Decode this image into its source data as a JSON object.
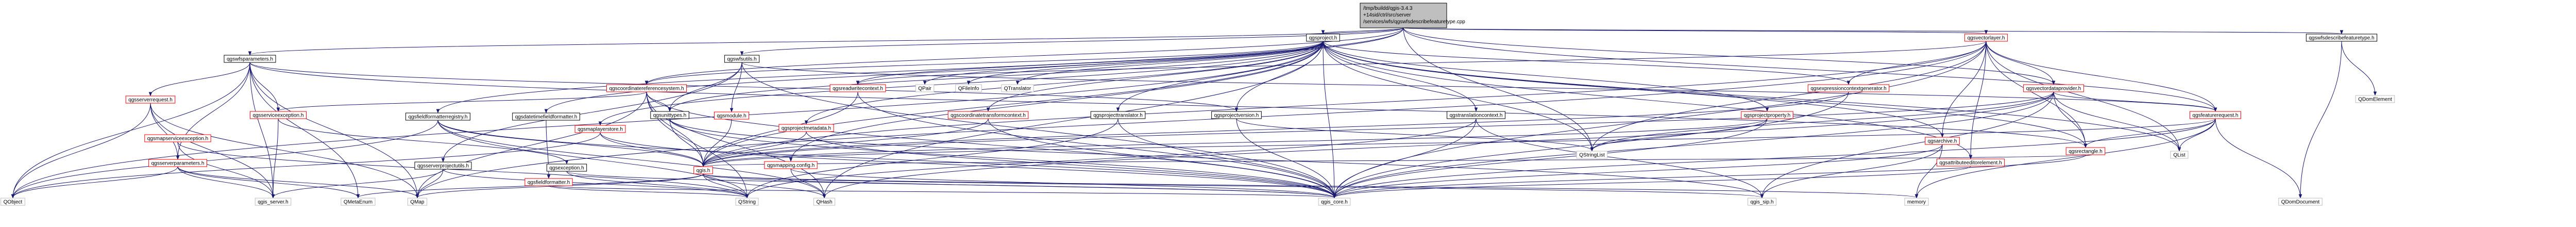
{
  "graph": {
    "root": {
      "lines": [
        "/tmp/buildd/qgis-3.4.3",
        "+14sid/ctrl/src/server",
        "/services/wfs/qgswfsdescribefeaturetype.cpp"
      ]
    },
    "nodes": [
      {
        "id": "qgswfsdescribefeaturetype_h",
        "label": "qgswfsdescribefeaturetype.h",
        "color": "black"
      },
      {
        "id": "QDomElement",
        "label": "QDomElement",
        "color": "gray"
      },
      {
        "id": "qgsproject_h",
        "label": "qgsproject.h",
        "color": "black"
      },
      {
        "id": "qgsvectorlayer_h",
        "label": "qgsvectorlayer.h",
        "color": "red"
      },
      {
        "id": "qgswfsparameters_h",
        "label": "qgswfsparameters.h",
        "color": "black"
      },
      {
        "id": "qgswfsutils_h",
        "label": "qgswfsutils.h",
        "color": "black"
      },
      {
        "id": "qgscoordinatereferencesystem_h",
        "label": "qgscoordinatereferencesystem.h",
        "color": "red"
      },
      {
        "id": "qgsvectordataprovider_h",
        "label": "qgsvectordataprovider.h",
        "color": "red"
      },
      {
        "id": "qgsexpressioncontextgenerator_h",
        "label": "qgsexpressioncontextgenerator.h",
        "color": "red"
      },
      {
        "id": "qgsreadwritecontext_h",
        "label": "qgsreadwritecontext.h",
        "color": "red"
      },
      {
        "id": "QPair",
        "label": "QPair",
        "color": "gray"
      },
      {
        "id": "QFileInfo",
        "label": "QFileInfo",
        "color": "gray"
      },
      {
        "id": "QTranslator",
        "label": "QTranslator",
        "color": "gray"
      },
      {
        "id": "qgsserverrequest_h",
        "label": "qgsserverrequest.h",
        "color": "red"
      },
      {
        "id": "qgsowsserviceexception_h",
        "label": "qgsserviceexception.h",
        "color": "red"
      },
      {
        "id": "qgsmapserviceexception_h",
        "label": "qgsmapserviceexception.h",
        "color": "red"
      },
      {
        "id": "qgsfieldformatterregistry_h",
        "label": "qgsfieldformatterregistry.h",
        "color": "black"
      },
      {
        "id": "qgsdatetimefieldformatter_h",
        "label": "qgsdatetimefieldformatter.h",
        "color": "black"
      },
      {
        "id": "qgsunittypes_h",
        "label": "qgsunittypes.h",
        "color": "black"
      },
      {
        "id": "qgsmodule_h",
        "label": "qgsmodule.h",
        "color": "red"
      },
      {
        "id": "qgsmaplayerstore_h",
        "label": "qgsmaplayerstore.h",
        "color": "red"
      },
      {
        "id": "qgsprojectmetadata_h",
        "label": "qgsprojectmetadata.h",
        "color": "red"
      },
      {
        "id": "qgscoordinatetransformcontext_h",
        "label": "qgscoordinatetransformcontext.h",
        "color": "red"
      },
      {
        "id": "qgsprojecttranslator_h",
        "label": "qgsprojecttranslator.h",
        "color": "black"
      },
      {
        "id": "qgsprojectversion_h",
        "label": "qgsprojectversion.h",
        "color": "black"
      },
      {
        "id": "qgstranslationcontext_h",
        "label": "qgstranslationcontext.h",
        "color": "black"
      },
      {
        "id": "qgsprojectproperty_h",
        "label": "qgsprojectproperty.h",
        "color": "red"
      },
      {
        "id": "qgsarchive_h",
        "label": "qgsarchive.h",
        "color": "red"
      },
      {
        "id": "qgsattributeeditorelement_h",
        "label": "qgsattributeeditorelement.h",
        "color": "red"
      },
      {
        "id": "qgsrectangle_h",
        "label": "qgsrectangle.h",
        "color": "red"
      },
      {
        "id": "qgsfeaturerequest_h",
        "label": "qgsfeaturerequest.h",
        "color": "red"
      },
      {
        "id": "qgsserverparameters_h",
        "label": "qgsserverparameters.h",
        "color": "red"
      },
      {
        "id": "qgsserverprojectutils_h",
        "label": "qgsserverprojectutils.h",
        "color": "black"
      },
      {
        "id": "qgsexception_h",
        "label": "qgsexception.h",
        "color": "black"
      },
      {
        "id": "qgsfieldformatter_h",
        "label": "qgsfieldformatter.h",
        "color": "red"
      },
      {
        "id": "qgsmapping_config_h",
        "label": "qgsmapping.config.h",
        "color": "red"
      },
      {
        "id": "qgis_h",
        "label": "qgis.h",
        "color": "red"
      },
      {
        "id": "QObject",
        "label": "QObject",
        "color": "gray"
      },
      {
        "id": "qgis_server_h",
        "label": "qgis_server.h",
        "color": "gray"
      },
      {
        "id": "QMetaEnum",
        "label": "QMetaEnum",
        "color": "gray"
      },
      {
        "id": "QMap",
        "label": "QMap",
        "color": "gray"
      },
      {
        "id": "QString",
        "label": "QString",
        "color": "gray"
      },
      {
        "id": "QHash",
        "label": "QHash",
        "color": "gray"
      },
      {
        "id": "qgis_core_h",
        "label": "qgis_core.h",
        "color": "gray"
      },
      {
        "id": "QStringList",
        "label": "QStringList",
        "color": "gray"
      },
      {
        "id": "qgis_sip_h",
        "label": "qgis_sip.h",
        "color": "gray"
      },
      {
        "id": "memory",
        "label": "memory",
        "color": "gray"
      },
      {
        "id": "QList",
        "label": "QList",
        "color": "gray"
      },
      {
        "id": "QDomDocument",
        "label": "QDomDocument",
        "color": "gray"
      }
    ]
  }
}
